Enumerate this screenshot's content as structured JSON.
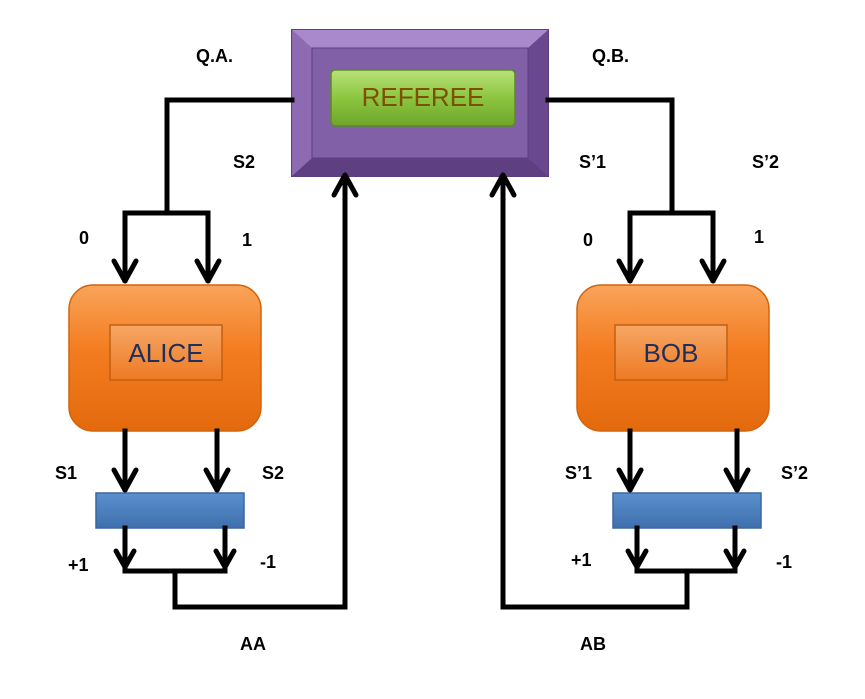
{
  "referee": {
    "label": "REFEREE"
  },
  "alice": {
    "label": "ALICE",
    "input_0": "0",
    "input_1": "1",
    "output_s1": "S1",
    "output_s2": "S2",
    "result_plus": "+1",
    "result_minus": "-1",
    "answer": "AA"
  },
  "bob": {
    "label": "BOB",
    "input_0": "0",
    "input_1": "1",
    "output_s1": "S’1",
    "output_s2": "S’2",
    "result_plus": "+1",
    "result_minus": "-1",
    "answer": "AB"
  },
  "channels": {
    "question_a": "Q.A.",
    "question_b": "Q.B.",
    "alice_setting": "S2",
    "bob_setting_1": "S’1",
    "bob_setting_2": "S’2"
  },
  "colors": {
    "referee_frame": "#7e5aa2",
    "referee_inner": "#8cc63f",
    "referee_text": "#7f4f00",
    "party_box": "#f47c20",
    "party_text": "#1f2f5c",
    "measurement_bar": "#4f81bd"
  }
}
